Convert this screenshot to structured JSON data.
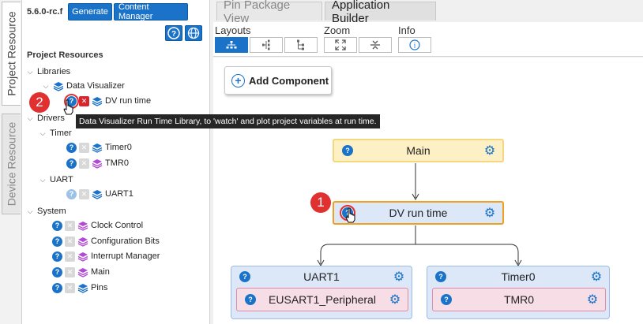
{
  "side_tabs": {
    "project_resource": "Project Resource",
    "device_resource": "Device Resource"
  },
  "left": {
    "version": "5.6.0-rc.f",
    "generate": "Generate",
    "content_manager": "Content Manager",
    "section_title": "Project Resources",
    "tree": {
      "libraries": "Libraries",
      "data_visualizer": "Data Visualizer",
      "dv_run_time": "DV run time",
      "drivers": "Drivers",
      "timer": "Timer",
      "timer0": "Timer0",
      "tmr0": "TMR0",
      "uart": "UART",
      "uart1": "UART1",
      "system": "System",
      "clock_control": "Clock Control",
      "configuration_bits": "Configuration Bits",
      "interrupt_manager": "Interrupt Manager",
      "main": "Main",
      "pins": "Pins"
    },
    "tooltip": "Data Visualizer Run Time Library, to 'watch' and plot project variables at run time."
  },
  "badges": {
    "one": "1",
    "two": "2"
  },
  "tabs": {
    "pin_package": "Pin Package View",
    "app_builder": "Application Builder"
  },
  "toolbar": {
    "layouts": "Layouts",
    "zoom": "Zoom",
    "info": "Info"
  },
  "canvas": {
    "add_component": "Add Component",
    "main": "Main",
    "dv_run_time": "DV run time",
    "uart1": "UART1",
    "eusart1": "EUSART1_Peripheral",
    "timer0": "Timer0",
    "tmr0": "TMR0"
  },
  "colors": {
    "accent": "#1a73c8",
    "badge": "#e03030",
    "selected_border": "#f0a020"
  },
  "icons": [
    "help-icon",
    "globe-icon",
    "layers-icon",
    "gear-icon",
    "close-icon",
    "pointer-hand-icon",
    "plus-circle-icon",
    "info-icon"
  ]
}
